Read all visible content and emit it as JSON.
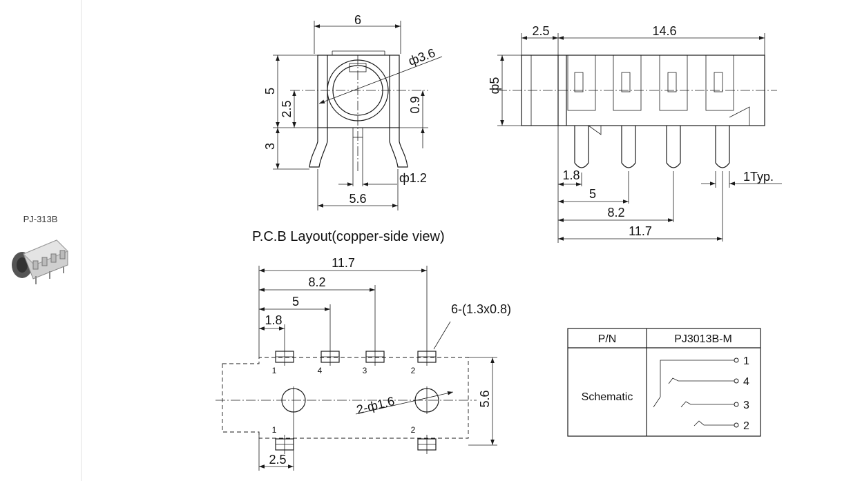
{
  "sidebar": {
    "part_label": "PJ-313B"
  },
  "front_view": {
    "dim_width": "6",
    "dim_body_diameter": "ф3.6",
    "dim_height": "5",
    "dim_center_height": "2.5",
    "dim_offset": "0.9",
    "dim_leg_length": "3",
    "dim_pin_diameter": "ф1.2",
    "dim_leg_spacing": "5.6"
  },
  "side_view": {
    "dim_front": "2.5",
    "dim_length": "14.6",
    "dim_diameter": "ф5",
    "dim_pin1": "1.8",
    "dim_pin_thickness": "1Typ.",
    "dim_pin2": "5",
    "dim_pin3": "8.2",
    "dim_pin4": "11.7"
  },
  "pcb_layout": {
    "title": "P.C.B Layout(copper-side  view)",
    "dim_11_7": "11.7",
    "dim_8_2": "8.2",
    "dim_5": "5",
    "dim_1_8": "1.8",
    "pad_spec": "6-(1.3x0.8)",
    "pad_labels_top": [
      "1",
      "4",
      "3",
      "2"
    ],
    "pad_labels_bottom": [
      "1",
      "2"
    ],
    "hole_spec": "2-ф1.6",
    "dim_height": "5.6",
    "dim_bottom": "2.5"
  },
  "spec_table": {
    "header_left": "P/N",
    "header_right": "PJ3013B-M",
    "row_label": "Schematic",
    "pins": [
      "1",
      "4",
      "3",
      "2"
    ]
  }
}
